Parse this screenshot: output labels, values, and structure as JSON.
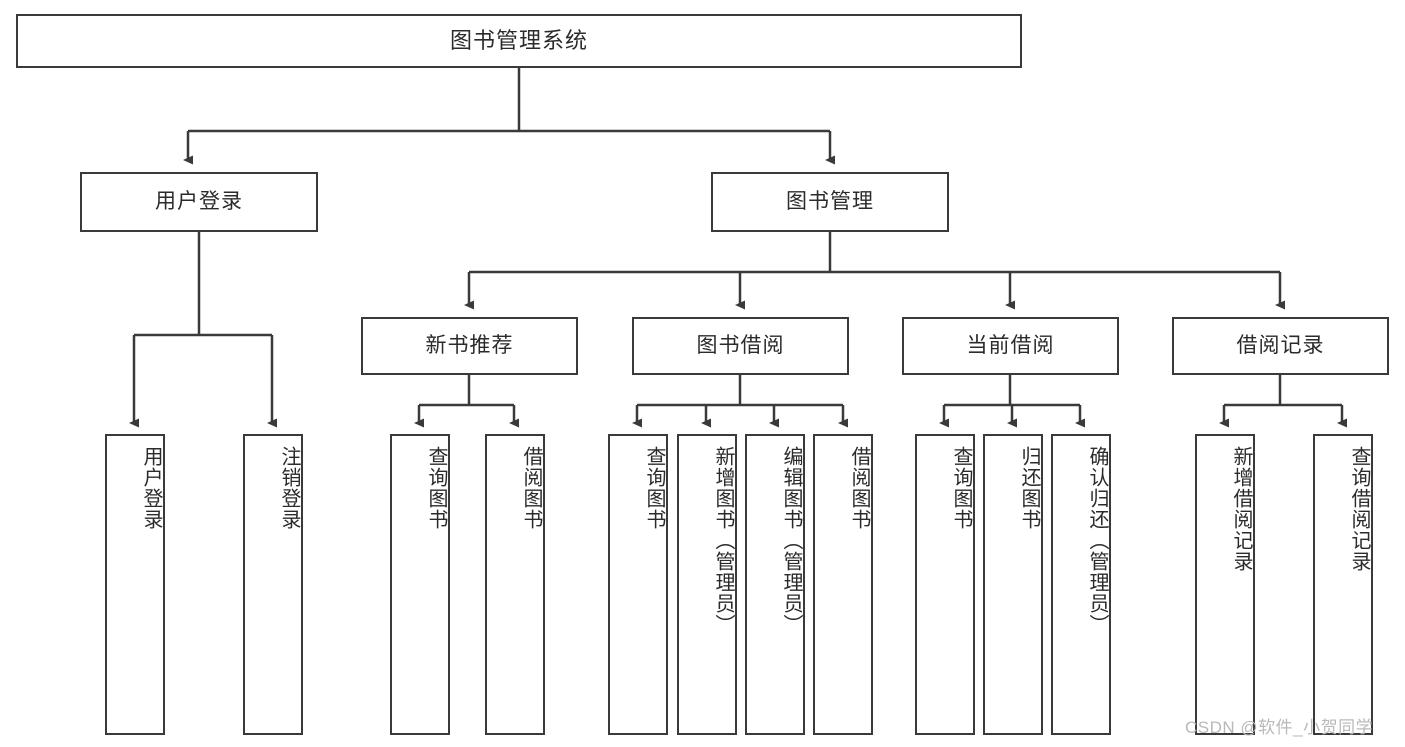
{
  "diagram": {
    "type": "tree-hierarchy-chart",
    "title": "图书管理系统",
    "stroke_color": "#3a3a3a",
    "text_color": "#2b2b2b",
    "background": "#ffffff",
    "levels": [
      {
        "level": 1,
        "nodes": [
          {
            "id": "root",
            "label": "图书管理系统",
            "orientation": "horizontal"
          }
        ]
      },
      {
        "level": 2,
        "nodes": [
          {
            "id": "login",
            "label": "用户登录",
            "orientation": "horizontal"
          },
          {
            "id": "bookmgmt",
            "label": "图书管理",
            "orientation": "horizontal"
          }
        ]
      },
      {
        "level": 3,
        "nodes": [
          {
            "id": "newbook",
            "label": "新书推荐",
            "orientation": "horizontal"
          },
          {
            "id": "borrow",
            "label": "图书借阅",
            "orientation": "horizontal"
          },
          {
            "id": "current",
            "label": "当前借阅",
            "orientation": "horizontal"
          },
          {
            "id": "record",
            "label": "借阅记录",
            "orientation": "horizontal"
          }
        ]
      },
      {
        "level": 4,
        "nodes": [
          {
            "id": "leaf-user-login",
            "label": "用户登录",
            "orientation": "vertical",
            "parent": "login"
          },
          {
            "id": "leaf-user-logout",
            "label": "注销登录",
            "orientation": "vertical",
            "parent": "login"
          },
          {
            "id": "leaf-query-book-1",
            "label": "查询图书",
            "orientation": "vertical",
            "parent": "newbook"
          },
          {
            "id": "leaf-borrow-book-1",
            "label": "借阅图书",
            "orientation": "vertical",
            "parent": "newbook"
          },
          {
            "id": "leaf-query-book-2",
            "label": "查询图书",
            "orientation": "vertical",
            "parent": "borrow"
          },
          {
            "id": "leaf-add-book",
            "label": "新增图书（管理员）",
            "orientation": "vertical",
            "parent": "borrow"
          },
          {
            "id": "leaf-edit-book",
            "label": "编辑图书（管理员）",
            "orientation": "vertical",
            "parent": "borrow"
          },
          {
            "id": "leaf-borrow-book-2",
            "label": "借阅图书",
            "orientation": "vertical",
            "parent": "borrow"
          },
          {
            "id": "leaf-query-book-3",
            "label": "查询图书",
            "orientation": "vertical",
            "parent": "current"
          },
          {
            "id": "leaf-return-book",
            "label": "归还图书",
            "orientation": "vertical",
            "parent": "current"
          },
          {
            "id": "leaf-confirm-return",
            "label": "确认归还（管理员）",
            "orientation": "vertical",
            "parent": "current"
          },
          {
            "id": "leaf-add-record",
            "label": "新增借阅记录",
            "orientation": "vertical",
            "parent": "record"
          },
          {
            "id": "leaf-query-record",
            "label": "查询借阅记录",
            "orientation": "vertical",
            "parent": "record"
          }
        ]
      }
    ]
  },
  "watermark": {
    "text": "CSDN @软件_小贺同学"
  }
}
